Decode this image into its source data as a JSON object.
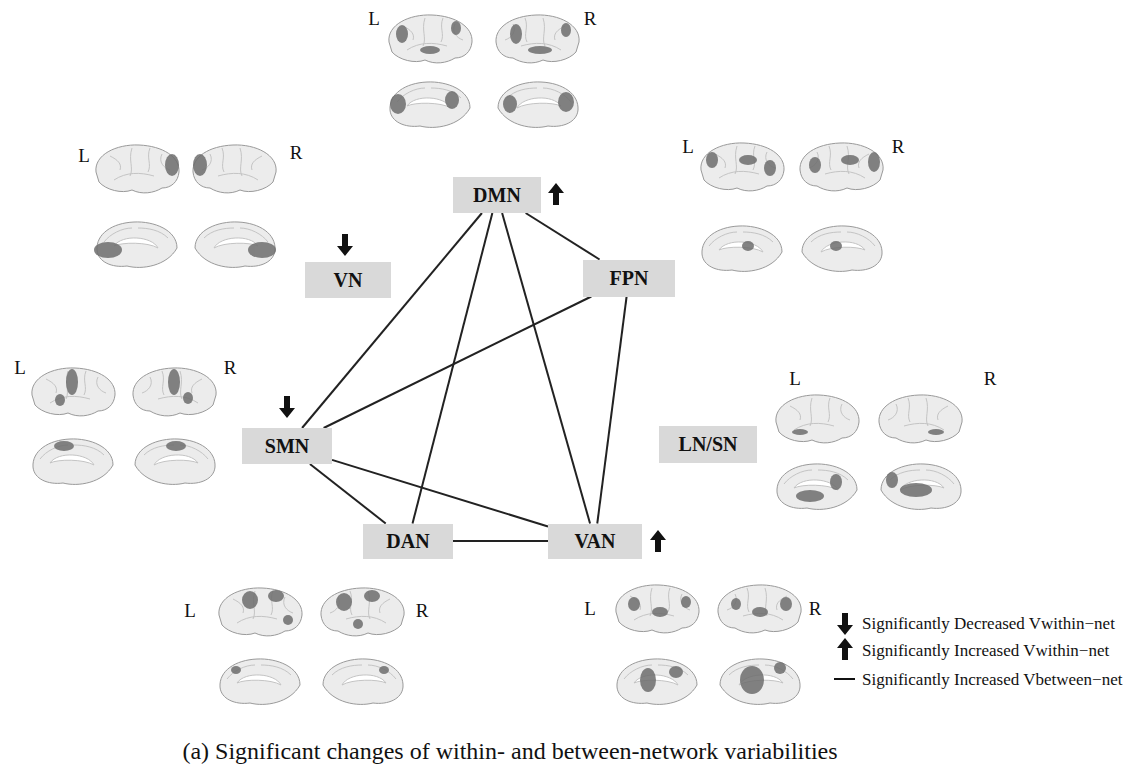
{
  "diagram": {
    "caption": "(a) Significant changes of within- and between-network variabilities",
    "nodes": [
      {
        "text": [
          "DMN"
        ]
      },
      {
        "text": [
          "VN"
        ]
      },
      {
        "text": [
          "FPN"
        ]
      },
      {
        "text": [
          "SMN"
        ]
      },
      {
        "text": [
          "LN/SN"
        ]
      },
      {
        "text": [
          "DAN"
        ]
      },
      {
        "text": [
          "VAN"
        ]
      }
    ],
    "edges": [
      {
        "from": 0,
        "to": 2,
        "arrow": "none"
      },
      {
        "from": 0,
        "to": 3,
        "arrow": "none"
      },
      {
        "from": 0,
        "to": 5,
        "arrow": "none"
      },
      {
        "from": 0,
        "to": 6,
        "arrow": "none"
      },
      {
        "from": 2,
        "to": 3,
        "arrow": "none"
      },
      {
        "from": 2,
        "to": 6,
        "arrow": "none"
      },
      {
        "from": 3,
        "to": 5,
        "arrow": "none"
      },
      {
        "from": 3,
        "to": 6,
        "arrow": "none"
      },
      {
        "from": 5,
        "to": 6,
        "arrow": "none"
      }
    ],
    "labels": [
      "L",
      "R",
      "L",
      "R",
      "L",
      "R",
      "L",
      "R",
      "L",
      "R",
      "L",
      "R",
      "L",
      "R"
    ],
    "legend": [
      {
        "text": "Significantly Decreased Vwithin−net"
      },
      {
        "text": "Significantly Increased Vwithin−net"
      },
      {
        "text": "Significantly Increased Vbetween−net"
      }
    ]
  }
}
